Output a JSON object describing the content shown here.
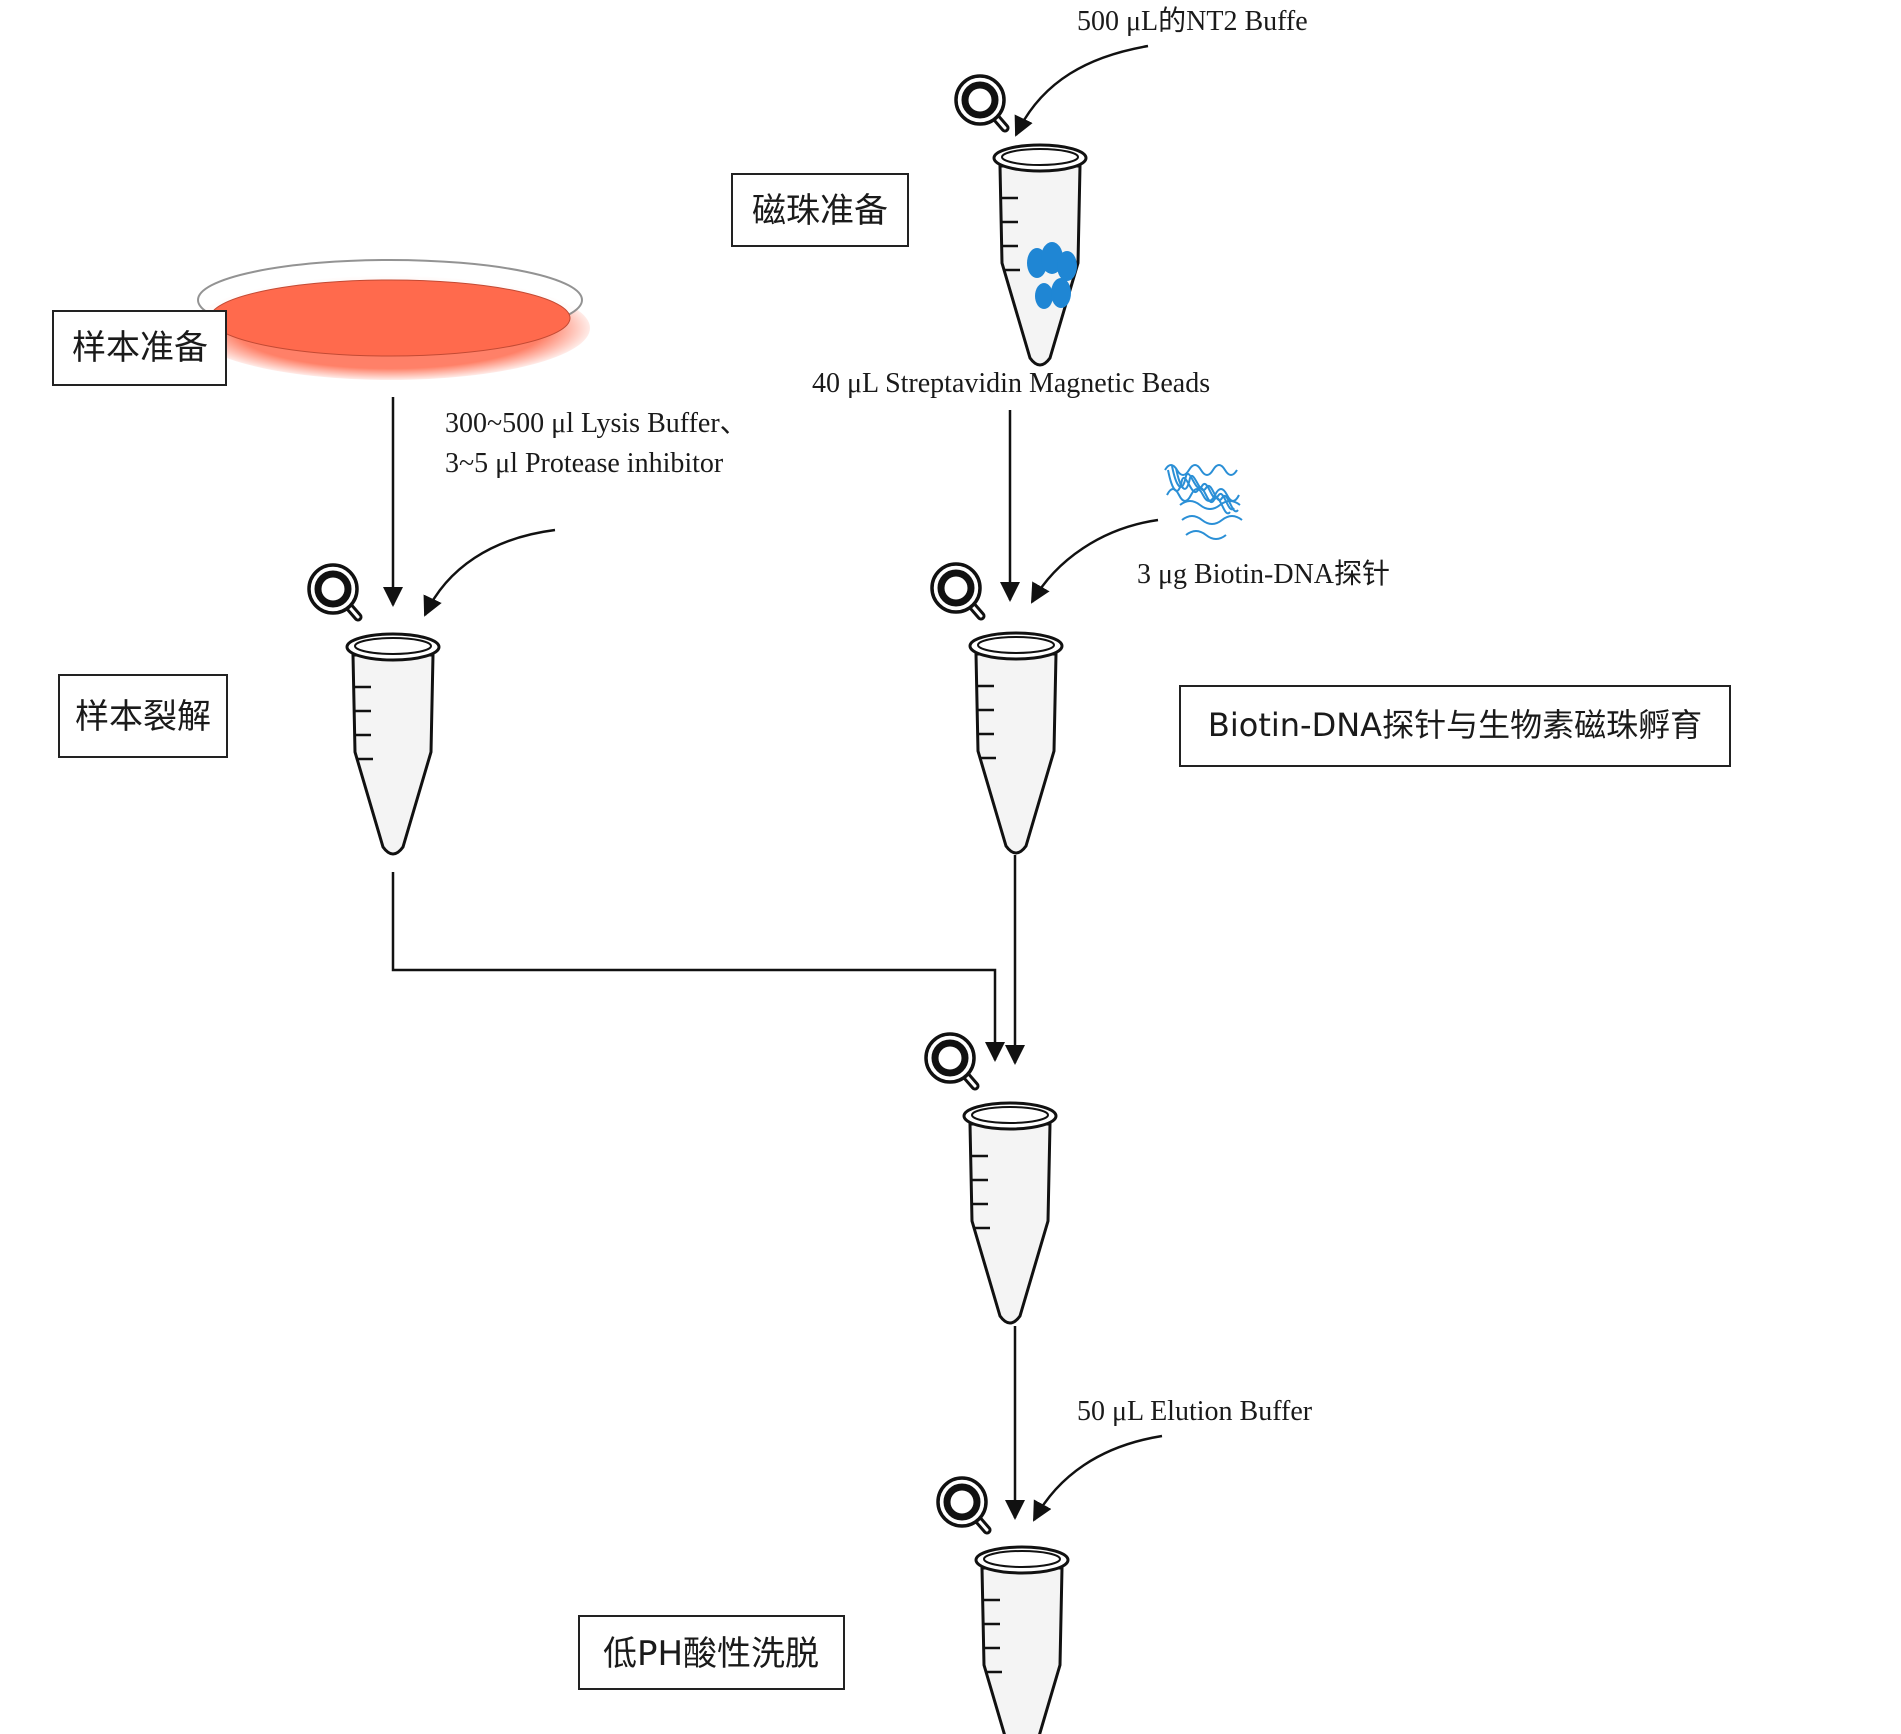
{
  "colors": {
    "bead": "#1f86d4",
    "dish": "#ff6a4d",
    "probe": "#2a8fd6",
    "line": "#111111"
  },
  "steps": {
    "bead_prep": "磁珠准备",
    "sample_prep": "样本准备",
    "sample_lysis": "样本裂解",
    "incubation": "Biotin-DNA探针与生物素磁珠孵育",
    "elution": "低PH酸性洗脱"
  },
  "reagents": {
    "nt2_buffer": "500 μL的NT2 Buffe",
    "beads": "40 μL Streptavidin Magnetic Beads",
    "lysis_buffer": "300~500 μl Lysis Buffer、",
    "protease_inhibitor": "3~5 μl Protease inhibitor",
    "probe": "3 μg Biotin-DNA探针",
    "elution_buffer": "50 μL Elution Buffer"
  },
  "icons": [
    "petri-dish-icon",
    "magnetic-beads-icon",
    "dna-probe-icon",
    "microcentrifuge-tube-icon"
  ]
}
